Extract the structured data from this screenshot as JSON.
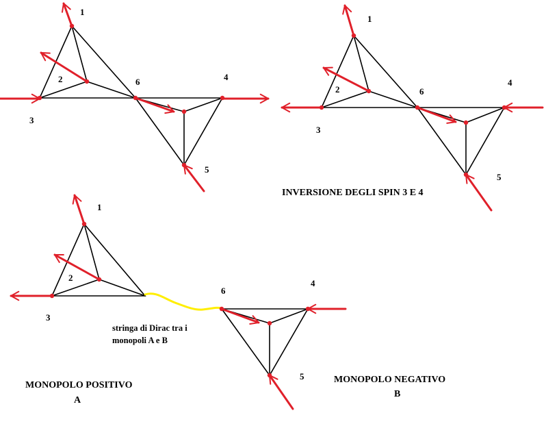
{
  "labels": {
    "top_left": {
      "n1": "1",
      "n2": "2",
      "n3": "3",
      "n4": "4",
      "n5": "5",
      "n6": "6"
    },
    "top_right": {
      "n1": "1",
      "n2": "2",
      "n3": "3",
      "n4": "4",
      "n5": "5",
      "n6": "6"
    },
    "bottom": {
      "n1": "1",
      "n2": "2",
      "n3": "3",
      "n4": "4",
      "n5": "5",
      "n6": "6"
    }
  },
  "captions": {
    "inversion": "INVERSIONE DEGLI SPIN 3 E 4",
    "string_line1": "stringa di Dirac tra i",
    "string_line2": "monopoli  A e B",
    "positive_line1": "MONOPOLO POSITIVO",
    "positive_line2": "A",
    "negative_line1": "MONOPOLO NEGATIVO",
    "negative_line2": "B"
  },
  "colors": {
    "spin_arrow": "#e0202a",
    "edge": "#000000",
    "dirac_string": "#ffee00",
    "background": "#ffffff"
  }
}
